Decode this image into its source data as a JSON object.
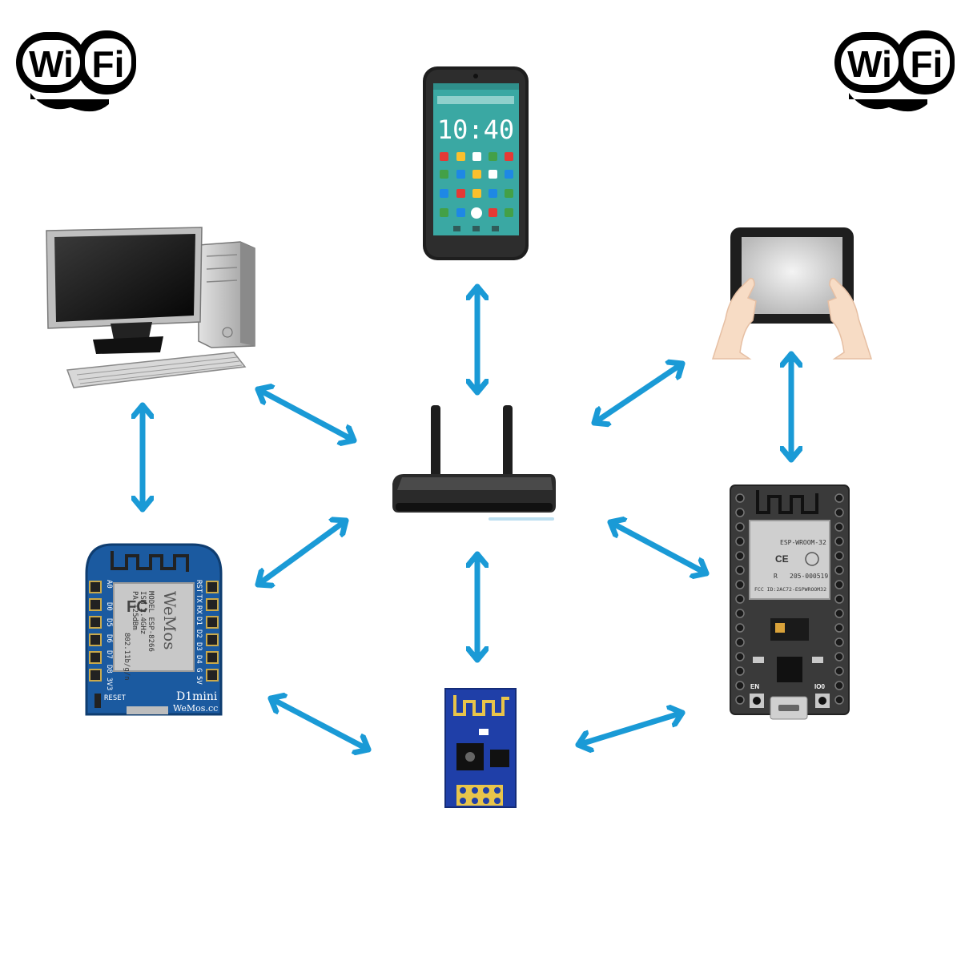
{
  "wifi_logo": {
    "left": {
      "word_a": "Wi",
      "word_b": "Fi"
    },
    "right": {
      "word_a": "Wi",
      "word_b": "Fi"
    }
  },
  "phone": {
    "clock": "10:40"
  },
  "wemos": {
    "pins_left": [
      "A0",
      "D0",
      "D5",
      "D6",
      "D7",
      "D8",
      "3V3"
    ],
    "pins_right": [
      "RST",
      "TX",
      "RX",
      "D1",
      "D2",
      "D3",
      "D4",
      "G",
      "5V"
    ],
    "reset_label": "RESET",
    "board_name": "D1mini",
    "board_url": "WeMos.cc",
    "module_brand": "WeMos",
    "module_text": [
      "MODEL ESP-8266",
      "ISM 2.4GHz",
      "PA +25dBm",
      "802.11b/g/n"
    ],
    "fc_mark": "FC"
  },
  "esp32": {
    "module_name": "ESP-WROOM-32",
    "ce_mark": "CE",
    "r_mark": "R",
    "cert_code": "205-000519",
    "fcc_id": "FCC ID:2AC72-ESPWROOM32",
    "button_left": "EN",
    "button_right": "IO0"
  },
  "colors": {
    "arrow": "#1a9ad6",
    "wemos_board": "#1b5aa0",
    "esp01_board": "#1f3fa8",
    "esp32_board": "#3a3a3a",
    "router_body": "#2a2a2a",
    "phone_screen": "#3aa8a3"
  }
}
